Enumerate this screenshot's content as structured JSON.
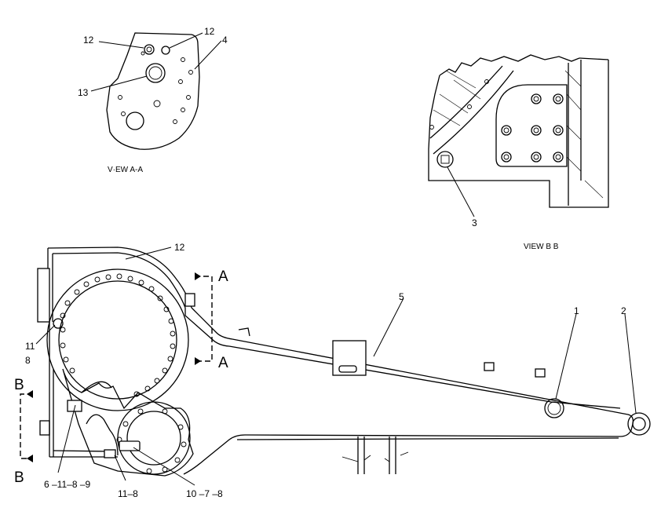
{
  "view_a": {
    "caption": "V·EW  A-A",
    "callouts": {
      "c12_left": "12",
      "c12_right": "12",
      "c4": "4",
      "c13": "13"
    }
  },
  "view_b": {
    "caption": "VIEW  B B",
    "callouts": {
      "c3": "3"
    }
  },
  "main_view": {
    "section_marks": {
      "a_top": "A",
      "a_bottom": "A",
      "b_top": "B",
      "b_bottom": "B"
    },
    "callouts": {
      "c12": "12",
      "c5": "5",
      "c1": "1",
      "c2": "2",
      "c11": "11",
      "c8": "8",
      "c6_11_8_9": "6 –11–8 –9",
      "c11_8": "11–8",
      "c10_7_8": "10 –7 –8"
    }
  }
}
